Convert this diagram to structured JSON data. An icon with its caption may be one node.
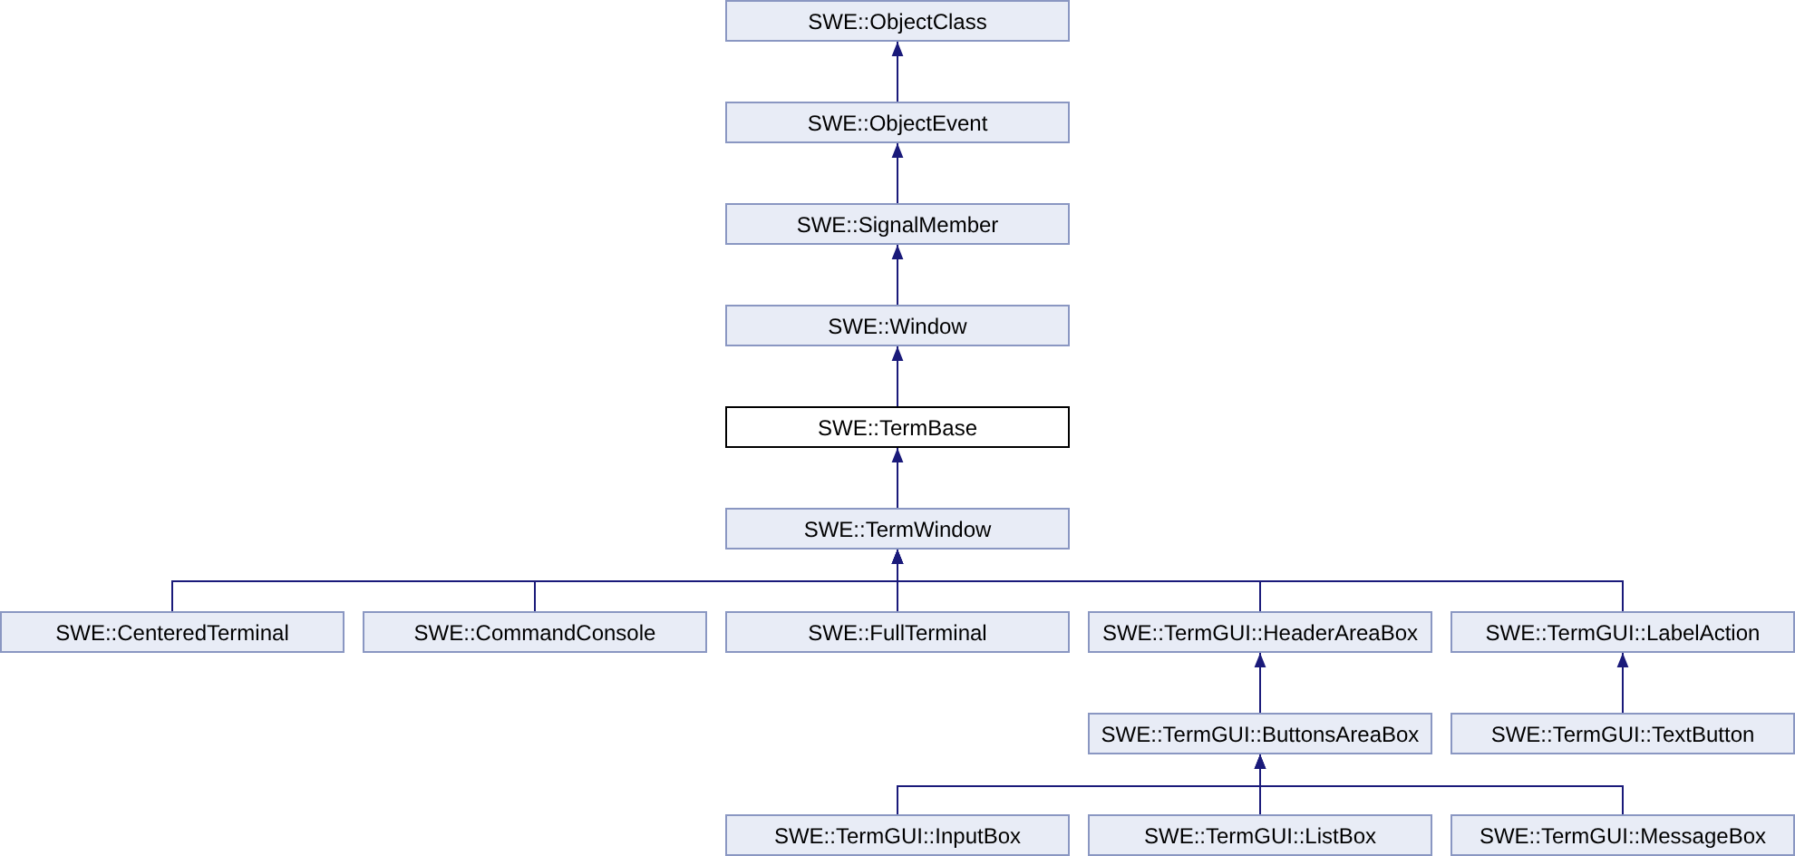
{
  "diagram": {
    "nodes": [
      {
        "text": [
          "SWE::ObjectClass"
        ]
      },
      {
        "text": [
          "SWE::ObjectEvent"
        ]
      },
      {
        "text": [
          "SWE::SignalMember"
        ]
      },
      {
        "text": [
          "SWE::Window"
        ]
      },
      {
        "text": [
          "SWE::TermBase"
        ]
      },
      {
        "text": [
          "SWE::TermWindow"
        ]
      },
      {
        "text": [
          "SWE::CenteredTerminal"
        ]
      },
      {
        "text": [
          "SWE::CommandConsole"
        ]
      },
      {
        "text": [
          "SWE::FullTerminal"
        ]
      },
      {
        "text": [
          "SWE::TermGUI::HeaderAreaBox"
        ]
      },
      {
        "text": [
          "SWE::TermGUI::LabelAction"
        ]
      },
      {
        "text": [
          "SWE::TermGUI::ButtonsAreaBox"
        ]
      },
      {
        "text": [
          "SWE::TermGUI::TextButton"
        ]
      },
      {
        "text": [
          "SWE::TermGUI::InputBox"
        ]
      },
      {
        "text": [
          "SWE::TermGUI::ListBox"
        ]
      },
      {
        "text": [
          "SWE::TermGUI::MessageBox"
        ]
      }
    ],
    "edges": [
      {
        "from": 1,
        "to": 0,
        "arrow": "to"
      },
      {
        "from": 2,
        "to": 1,
        "arrow": "to"
      },
      {
        "from": 3,
        "to": 2,
        "arrow": "to"
      },
      {
        "from": 4,
        "to": 3,
        "arrow": "to"
      },
      {
        "from": 5,
        "to": 4,
        "arrow": "to"
      },
      {
        "from": 6,
        "to": 5,
        "arrow": "to"
      },
      {
        "from": 7,
        "to": 5,
        "arrow": "to"
      },
      {
        "from": 8,
        "to": 5,
        "arrow": "to"
      },
      {
        "from": 9,
        "to": 5,
        "arrow": "to"
      },
      {
        "from": 10,
        "to": 5,
        "arrow": "to"
      },
      {
        "from": 11,
        "to": 9,
        "arrow": "to"
      },
      {
        "from": 12,
        "to": 10,
        "arrow": "to"
      },
      {
        "from": 13,
        "to": 11,
        "arrow": "to"
      },
      {
        "from": 14,
        "to": 11,
        "arrow": "to"
      },
      {
        "from": 15,
        "to": 11,
        "arrow": "to"
      }
    ]
  }
}
